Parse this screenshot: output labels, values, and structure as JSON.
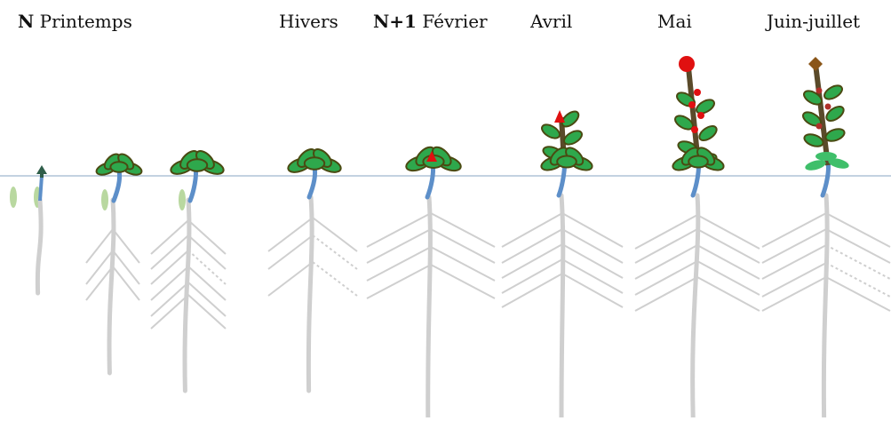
{
  "labels": {
    "n_prefix": "N",
    "printemps": "Printemps",
    "hivers": "Hivers",
    "n1_prefix": "N+1",
    "fevrier": "Février",
    "avril": "Avril",
    "mai": "Mai",
    "juin_juillet": "Juin-juillet"
  },
  "colors": {
    "root": "#cfcfcf",
    "stem_blue": "#5d8fc9",
    "stem_brown": "#5a4a2a",
    "leaf_fill": "#2ea84c",
    "leaf_edge": "#4a4a12",
    "flower": "#e01010",
    "seed": "#b9d8a0",
    "soil_line": "#9fb6cf"
  },
  "stages": [
    {
      "id": "graine",
      "icon": "germinating-seed-icon"
    },
    {
      "id": "plantule",
      "icon": "seedling-icon"
    },
    {
      "id": "rosette-printemps",
      "icon": "rosette-icon"
    },
    {
      "id": "rosette-hivers",
      "icon": "rosette-icon"
    },
    {
      "id": "rosette-fevrier",
      "icon": "rosette-bud-icon"
    },
    {
      "id": "montaison-avril",
      "icon": "bolting-stem-icon"
    },
    {
      "id": "floraison-mai",
      "icon": "flowering-stem-icon"
    },
    {
      "id": "graines-juin-juillet",
      "icon": "seeding-stem-icon"
    }
  ]
}
